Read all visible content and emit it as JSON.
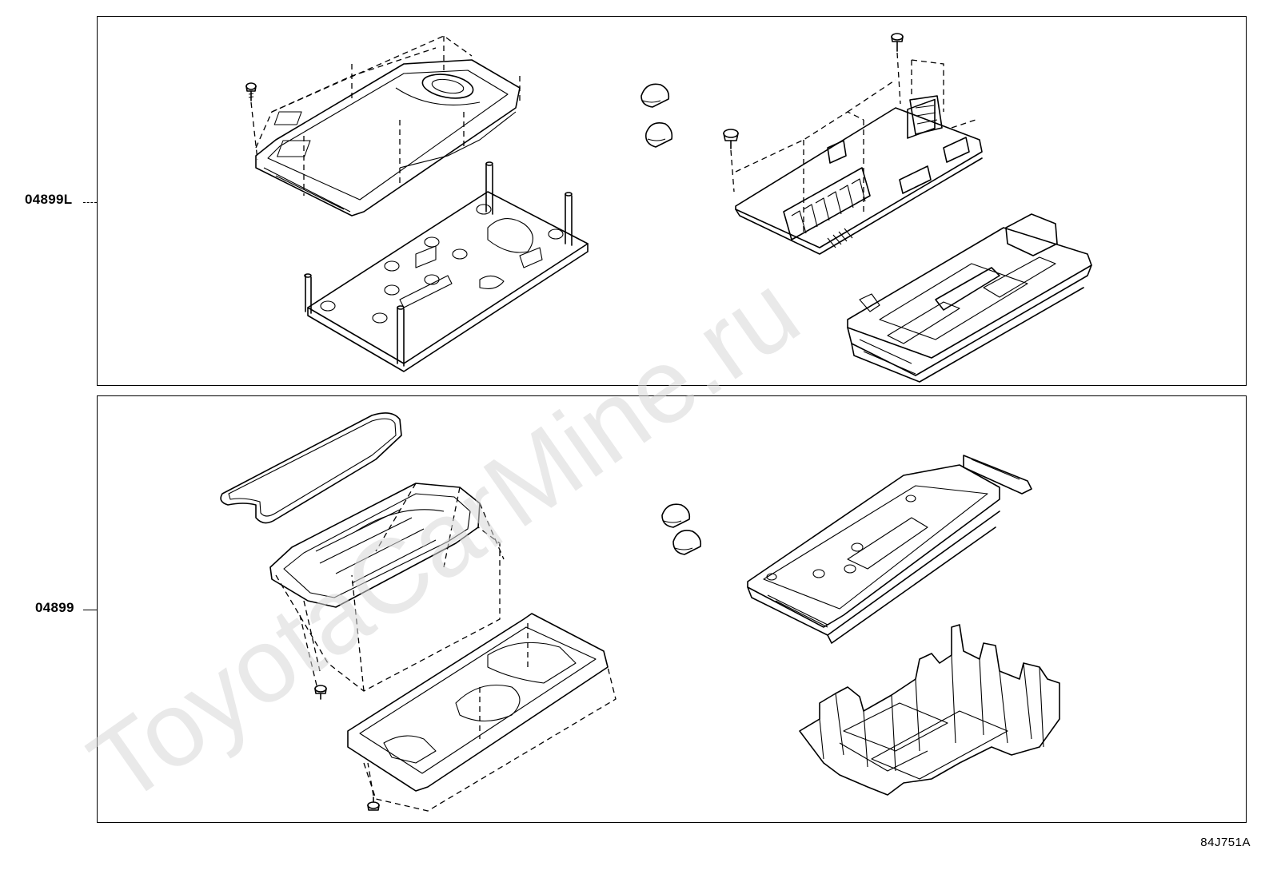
{
  "callouts": {
    "top_panel": "04899L",
    "bottom_panel": "04899"
  },
  "diagram_code": "84J751A",
  "watermark": "ToyotaCarMine.ru",
  "colors": {
    "line": "#000000",
    "background": "#ffffff",
    "watermark": "#d8d8d8"
  }
}
